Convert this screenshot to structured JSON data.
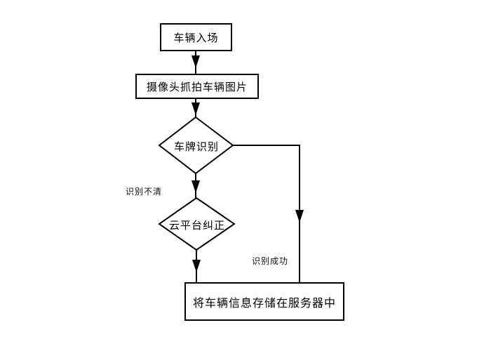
{
  "canvas": {
    "background": "#ffffff",
    "stroke_color": "#000000"
  },
  "flowchart": {
    "title": "",
    "nodes": [
      {
        "id": "start",
        "type": "process",
        "label": "车辆入场"
      },
      {
        "id": "capture",
        "type": "process",
        "label": "摄像头抓拍车辆图片"
      },
      {
        "id": "recognize",
        "type": "decision",
        "label": "车牌识别"
      },
      {
        "id": "cloud",
        "type": "decision",
        "label": "云平台纠正"
      },
      {
        "id": "store",
        "type": "process",
        "label": "将车辆信息存储在服务器中"
      }
    ],
    "edges": [
      {
        "from": "start",
        "to": "capture",
        "label": ""
      },
      {
        "from": "capture",
        "to": "recognize",
        "label": ""
      },
      {
        "from": "recognize",
        "to": "cloud",
        "label": "识别不清"
      },
      {
        "from": "cloud",
        "to": "store",
        "label": ""
      },
      {
        "from": "recognize",
        "to": "store",
        "label": "识别成功"
      }
    ]
  }
}
